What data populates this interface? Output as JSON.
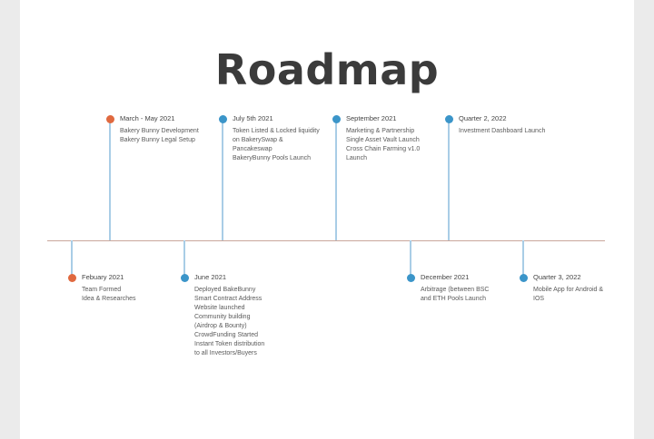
{
  "title": "Roadmap",
  "colors": {
    "past": "#e0693f",
    "future": "#3b95c9",
    "stem": "#a9cde6",
    "axis": "#c9a79b"
  },
  "milestones": [
    {
      "date": "Febuary 2021",
      "items": [
        "Team Formed",
        "Idea & Researches"
      ],
      "status": "past"
    },
    {
      "date": "March - May 2021",
      "items": [
        "Bakery Bunny Development",
        "Bakery Bunny Legal Setup"
      ],
      "status": "past"
    },
    {
      "date": "June 2021",
      "items": [
        "Deployed BakeBunny Smart Contract Address",
        "Website launched",
        "Community building (Airdrop & Bounty)",
        "CrowdFunding Started",
        "Instant Token distribution to all Investors/Buyers"
      ],
      "status": "upcoming"
    },
    {
      "date": "July 5th 2021",
      "items": [
        "Token Listed & Locked liquidity on BakerySwap & Pancakeswap",
        "BakeryBunny Pools Launch"
      ],
      "status": "upcoming"
    },
    {
      "date": "September 2021",
      "items": [
        "Marketing & Partnership",
        "Single Asset Vault Launch",
        "Cross Chain Farming v1.0 Launch"
      ],
      "status": "upcoming"
    },
    {
      "date": "December 2021",
      "items": [
        "Arbitrage (between BSC and ETH Pools Launch"
      ],
      "status": "upcoming"
    },
    {
      "date": "Quarter 2, 2022",
      "items": [
        "Investment Dashboard Launch"
      ],
      "status": "upcoming"
    },
    {
      "date": "Quarter 3, 2022",
      "items": [
        "Mobile App for Android & IOS"
      ],
      "status": "upcoming"
    }
  ]
}
